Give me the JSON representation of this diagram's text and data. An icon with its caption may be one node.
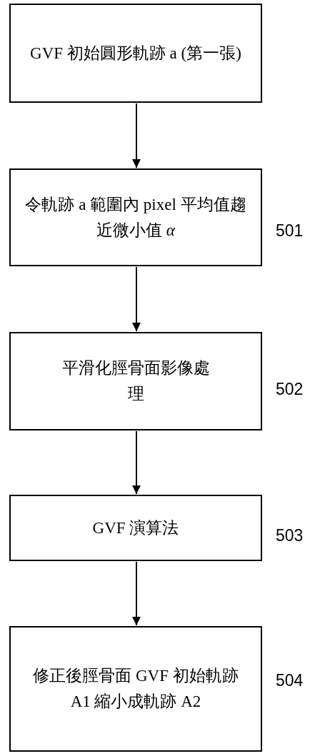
{
  "diagram": {
    "nodes": [
      {
        "text": [
          "GVF 初始圓形軌跡 a (第一張)"
        ]
      },
      {
        "text": [
          "令軌跡 a 範圍內 pixel 平均值趨近微小值 *α*"
        ],
        "beside": [
          "501"
        ]
      },
      {
        "text": [
          "平滑化脛骨面影像處理"
        ],
        "beside": [
          "502"
        ]
      },
      {
        "text": [
          "GVF 演算法"
        ],
        "beside": [
          "503"
        ]
      },
      {
        "text": [
          "修正後脛骨面 GVF 初始軌跡 A1 縮小成軌跡 A2"
        ],
        "beside": [
          "504"
        ]
      }
    ],
    "edges": [
      {
        "from": 0,
        "to": 1,
        "arrow": "to"
      },
      {
        "from": 1,
        "to": 2,
        "arrow": "to"
      },
      {
        "from": 2,
        "to": 3,
        "arrow": "to"
      },
      {
        "from": 3,
        "to": 4,
        "arrow": "to"
      }
    ]
  }
}
